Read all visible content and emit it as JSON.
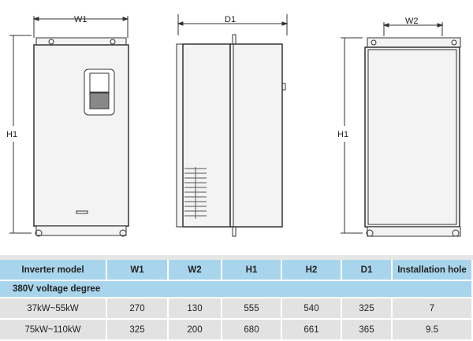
{
  "drawing": {
    "front_labels": {
      "width": "W1",
      "height": "H1"
    },
    "side_labels": {
      "depth": "D1"
    },
    "back_labels": {
      "width": "W2",
      "height": "H1"
    }
  },
  "table": {
    "headers": [
      "Inverter model",
      "W1",
      "W2",
      "H1",
      "H2",
      "D1",
      "Installation hole"
    ],
    "section": "380V voltage degree",
    "rows": [
      [
        "37kW~55kW",
        "270",
        "130",
        "555",
        "540",
        "325",
        "7"
      ],
      [
        "75kW~110kW",
        "325",
        "200",
        "680",
        "661",
        "365",
        "9.5"
      ]
    ]
  }
}
